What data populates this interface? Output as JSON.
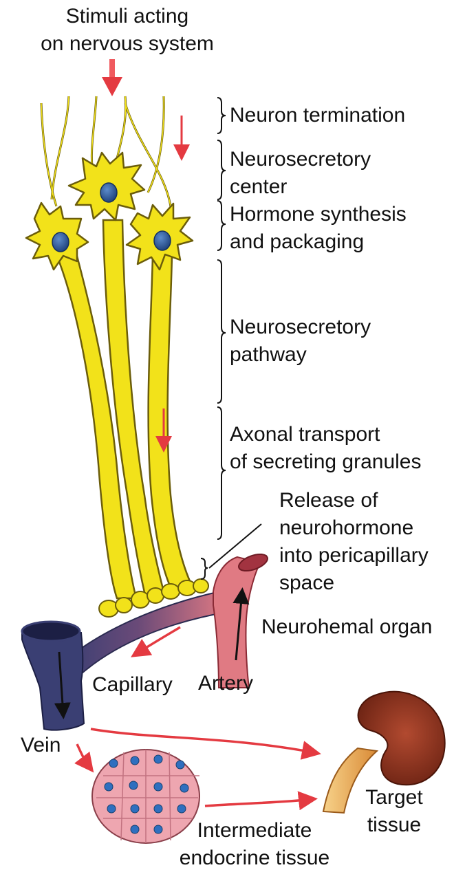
{
  "labels": {
    "stimuli": [
      "Stimuli acting",
      "on nervous system"
    ],
    "neuron_termination": "Neuron termination",
    "neurosecretory_center": [
      "Neurosecretory",
      "center"
    ],
    "hormone_synthesis": [
      "Hormone synthesis",
      "and packaging"
    ],
    "neurosecretory_pathway": [
      "Neurosecretory",
      "pathway"
    ],
    "axonal_transport": [
      "Axonal transport",
      "of secreting granules"
    ],
    "release": [
      "Release of",
      "neurohormone",
      "into pericapillary",
      "space"
    ],
    "neurohemal_organ": "Neurohemal organ",
    "capillary": "Capillary",
    "artery": "Artery",
    "vein": "Vein",
    "target_tissue": [
      "Target",
      "tissue"
    ],
    "intermediate": [
      "Intermediate",
      "endocrine tissue"
    ]
  },
  "colors": {
    "neuron": "#f2e21a",
    "neuron_outline": "#6b5d0b",
    "nucleus": "#2c5a9c",
    "artery": "#e07a83",
    "vein": "#3a3f73",
    "arrow": "#e43a41",
    "kidney": "#8e3220",
    "ureter": "#e8a24a",
    "cells": "#eea6b0"
  },
  "icons": [
    "stimulus-arrow-icon",
    "flow-arrow-icon",
    "kidney-icon",
    "endocrine-cells-icon"
  ]
}
